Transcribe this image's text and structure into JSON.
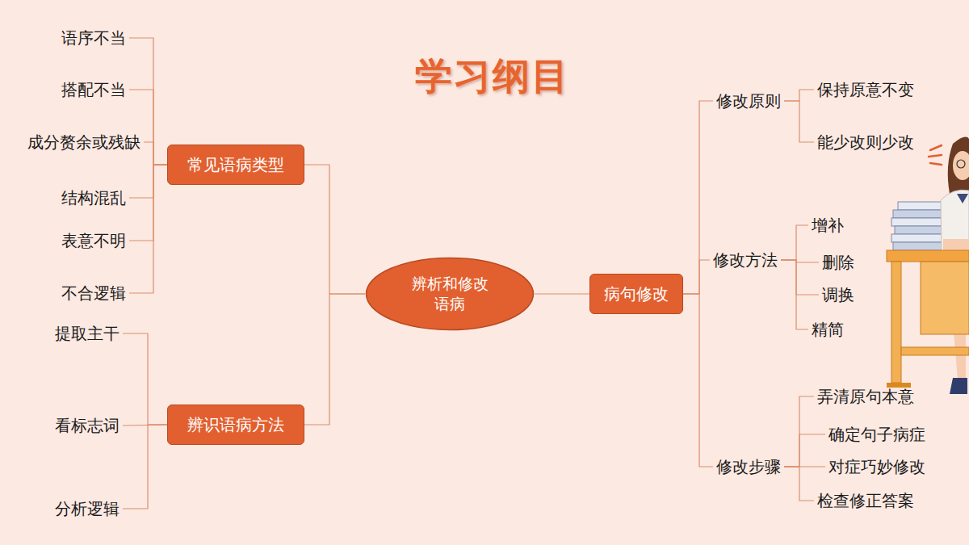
{
  "diagram": {
    "title": "学习纲目",
    "nodes": [
      {
        "text": [
          "辨析和修改 语病"
        ]
      },
      {
        "text": [
          "常见语病类型"
        ]
      },
      {
        "text": [
          "语序不当"
        ]
      },
      {
        "text": [
          "搭配不当"
        ]
      },
      {
        "text": [
          "成分赘余或残缺"
        ]
      },
      {
        "text": [
          "结构混乱"
        ]
      },
      {
        "text": [
          "表意不明"
        ]
      },
      {
        "text": [
          "不合逻辑"
        ]
      },
      {
        "text": [
          "辨识语病方法"
        ]
      },
      {
        "text": [
          "提取主干"
        ]
      },
      {
        "text": [
          "看标志词"
        ]
      },
      {
        "text": [
          "分析逻辑"
        ]
      },
      {
        "text": [
          "病句修改"
        ]
      },
      {
        "text": [
          "修改原则"
        ]
      },
      {
        "text": [
          "保持原意不变"
        ]
      },
      {
        "text": [
          "能少改则少改"
        ]
      },
      {
        "text": [
          "修改方法"
        ]
      },
      {
        "text": [
          "增补"
        ]
      },
      {
        "text": [
          "删除"
        ]
      },
      {
        "text": [
          "调换"
        ]
      },
      {
        "text": [
          "精简"
        ]
      },
      {
        "text": [
          "修改步骤"
        ]
      },
      {
        "text": [
          "弄清原句本意"
        ]
      },
      {
        "text": [
          "确定句子病症"
        ]
      },
      {
        "text": [
          "对症巧妙修改"
        ]
      },
      {
        "text": [
          "检查修正答案"
        ]
      }
    ],
    "edges": [
      {
        "from": 0,
        "to": 1,
        "arrow": "none"
      },
      {
        "from": 0,
        "to": 8,
        "arrow": "none"
      },
      {
        "from": 0,
        "to": 12,
        "arrow": "none"
      },
      {
        "from": 1,
        "to": 2,
        "arrow": "none"
      },
      {
        "from": 1,
        "to": 3,
        "arrow": "none"
      },
      {
        "from": 1,
        "to": 4,
        "arrow": "none"
      },
      {
        "from": 1,
        "to": 5,
        "arrow": "none"
      },
      {
        "from": 1,
        "to": 6,
        "arrow": "none"
      },
      {
        "from": 1,
        "to": 7,
        "arrow": "none"
      },
      {
        "from": 8,
        "to": 9,
        "arrow": "none"
      },
      {
        "from": 8,
        "to": 10,
        "arrow": "none"
      },
      {
        "from": 8,
        "to": 11,
        "arrow": "none"
      },
      {
        "from": 12,
        "to": 13,
        "arrow": "none"
      },
      {
        "from": 12,
        "to": 16,
        "arrow": "none"
      },
      {
        "from": 12,
        "to": 21,
        "arrow": "none"
      },
      {
        "from": 13,
        "to": 14,
        "arrow": "none"
      },
      {
        "from": 13,
        "to": 15,
        "arrow": "none"
      },
      {
        "from": 16,
        "to": 17,
        "arrow": "none"
      },
      {
        "from": 16,
        "to": 18,
        "arrow": "none"
      },
      {
        "from": 16,
        "to": 19,
        "arrow": "none"
      },
      {
        "from": 16,
        "to": 20,
        "arrow": "none"
      },
      {
        "from": 21,
        "to": 22,
        "arrow": "none"
      },
      {
        "from": 21,
        "to": 23,
        "arrow": "none"
      },
      {
        "from": 21,
        "to": 24,
        "arrow": "none"
      },
      {
        "from": 21,
        "to": 25,
        "arrow": "none"
      }
    ]
  }
}
